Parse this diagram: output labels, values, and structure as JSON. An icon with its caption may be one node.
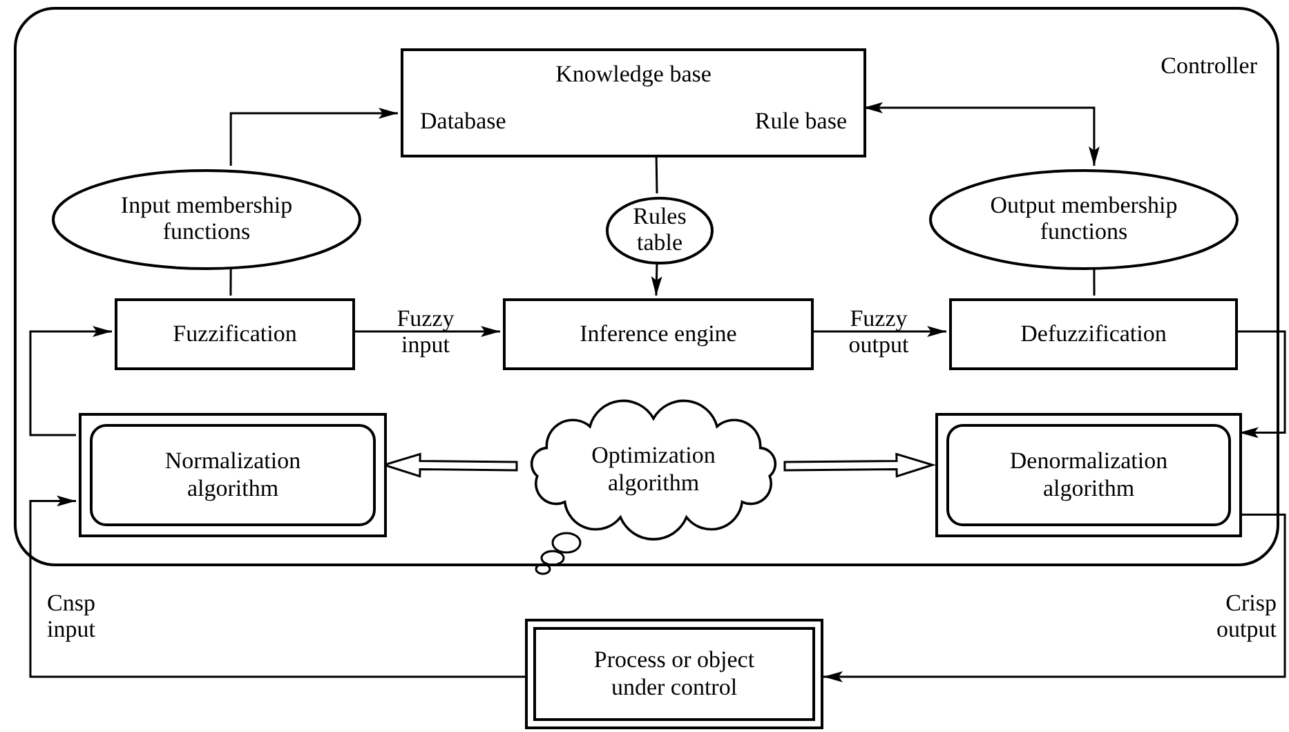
{
  "diagram": {
    "nodes": [
      {
        "text": [
          "Controller"
        ]
      },
      {
        "text": [
          "Knowledge base",
          "Database",
          "Rule base"
        ],
        "in": 0
      },
      {
        "text": [
          "Input membership functions"
        ],
        "in": 0
      },
      {
        "text": [
          "Rules table"
        ],
        "in": 0
      },
      {
        "text": [
          "Output membership functions"
        ],
        "in": 0
      },
      {
        "text": [
          "Fuzzification"
        ],
        "in": 0
      },
      {
        "text": [
          "Inference engine"
        ],
        "in": 0
      },
      {
        "text": [
          "Defuzzification"
        ],
        "in": 0
      },
      {
        "text": [
          "Normalization algorithm"
        ],
        "in": 0
      },
      {
        "text": [
          "Optimization algorithm"
        ],
        "in": 0
      },
      {
        "text": [
          "Denormalization algorithm"
        ],
        "in": 0
      },
      {
        "text": [
          "Process or object under control"
        ]
      }
    ],
    "edges": [
      {
        "from": 2,
        "to": 1,
        "arrow": "to"
      },
      {
        "from": 1,
        "to": 4,
        "arrow": "both"
      },
      {
        "from": 1,
        "to": 3,
        "arrow": "none"
      },
      {
        "from": 3,
        "to": 6,
        "arrow": "to"
      },
      {
        "from": 2,
        "to": 5,
        "arrow": "none"
      },
      {
        "from": 4,
        "to": 7,
        "arrow": "none"
      },
      {
        "from": 5,
        "to": 6,
        "arrow": "to",
        "label": "Fuzzy input"
      },
      {
        "from": 6,
        "to": 7,
        "arrow": "to",
        "label": "Fuzzy output"
      },
      {
        "from": 7,
        "to": 10,
        "arrow": "to"
      },
      {
        "from": 10,
        "to": 11,
        "arrow": "to",
        "label": "Crisp output"
      },
      {
        "from": 11,
        "to": 8,
        "arrow": "to",
        "label": "Cnsp input"
      },
      {
        "from": 8,
        "to": 5,
        "arrow": "to"
      },
      {
        "from": 9,
        "to": 8,
        "arrow": "to",
        "style": "thick"
      },
      {
        "from": 9,
        "to": 10,
        "arrow": "to",
        "style": "thick"
      }
    ]
  }
}
